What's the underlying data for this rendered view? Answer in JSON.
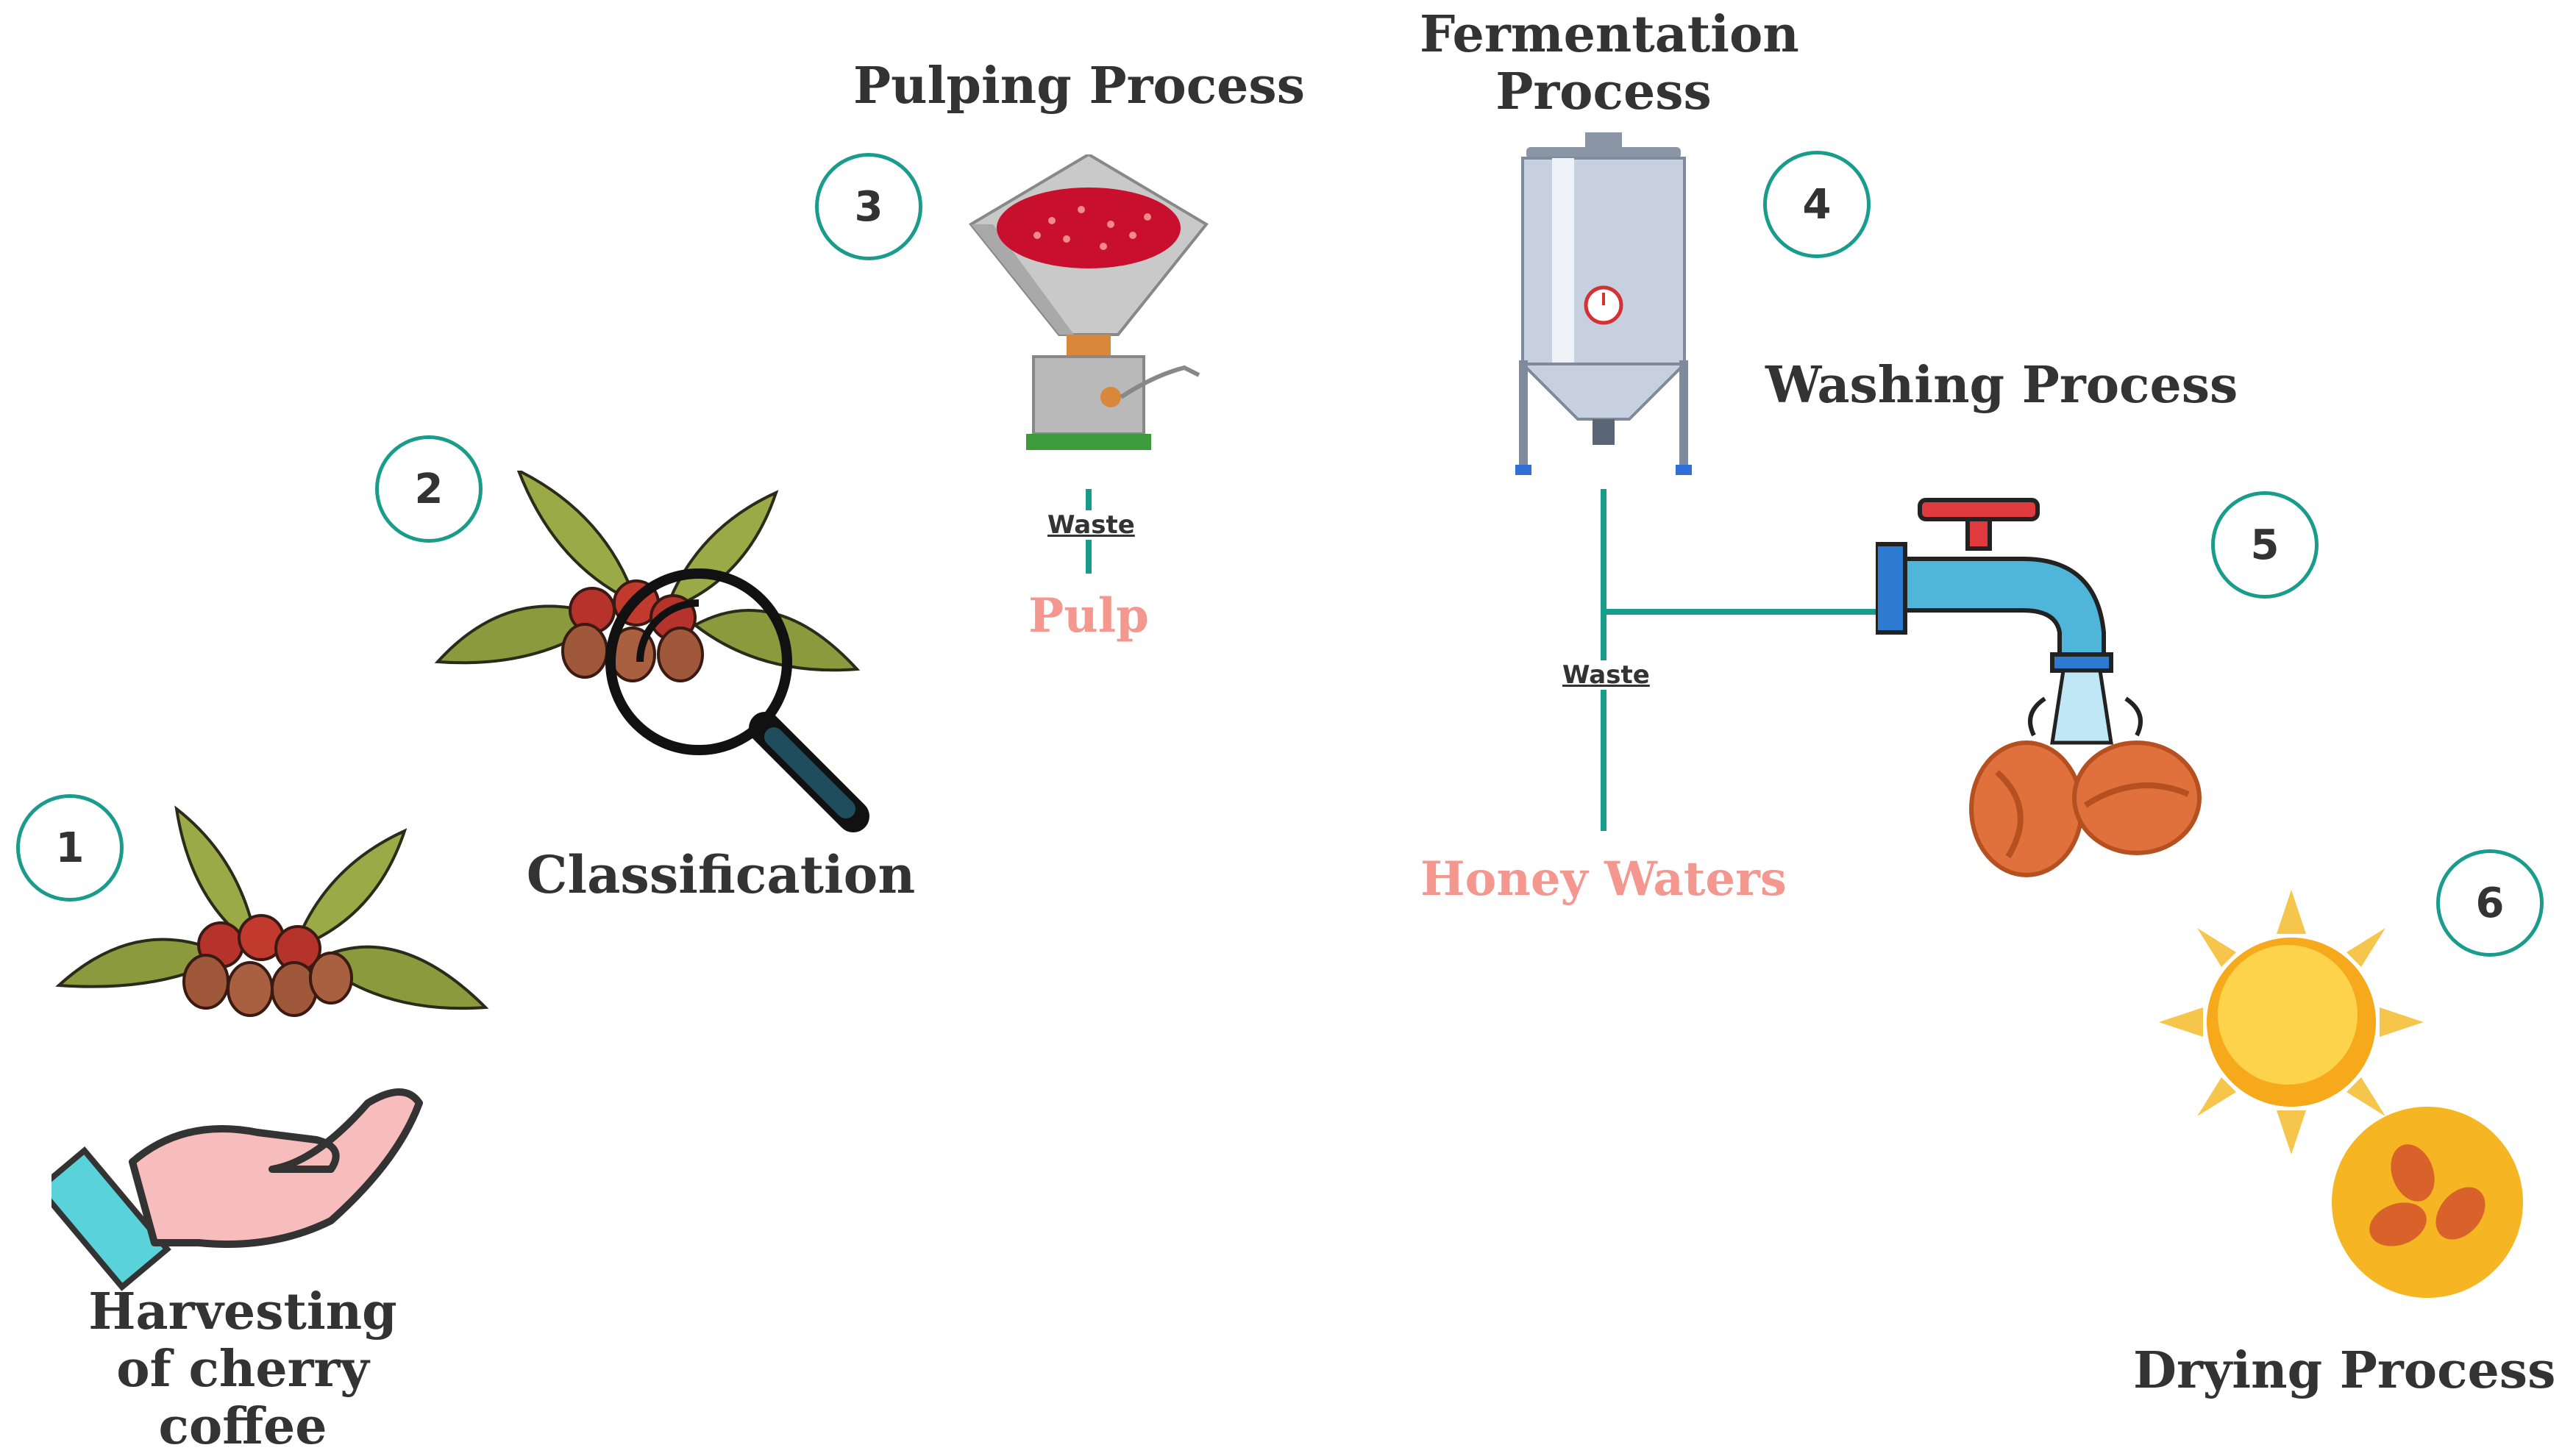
{
  "steps": [
    {
      "number": "1",
      "title": "Harvesting of cherry coffee"
    },
    {
      "number": "2",
      "title": "Classification"
    },
    {
      "number": "3",
      "title": "Pulping Process"
    },
    {
      "number": "4",
      "title": "Fermentation Process"
    },
    {
      "number": "5",
      "title": "Washing Process"
    },
    {
      "number": "6",
      "title": "Drying Process"
    }
  ],
  "labels": {
    "waste": "Waste",
    "pulp": "Pulp",
    "honey_waters": "Honey Waters"
  },
  "colors": {
    "badge_border": "#1a9c8c",
    "connector": "#1a9c8c",
    "byproduct_text": "#f4978e",
    "title_text": "#333333"
  },
  "icons": [
    "coffee-branch-icon",
    "open-hand-icon",
    "magnifier-icon",
    "pulping-machine-icon",
    "fermentation-tank-icon",
    "water-tap-icon",
    "coffee-bean-icon",
    "sun-icon"
  ]
}
